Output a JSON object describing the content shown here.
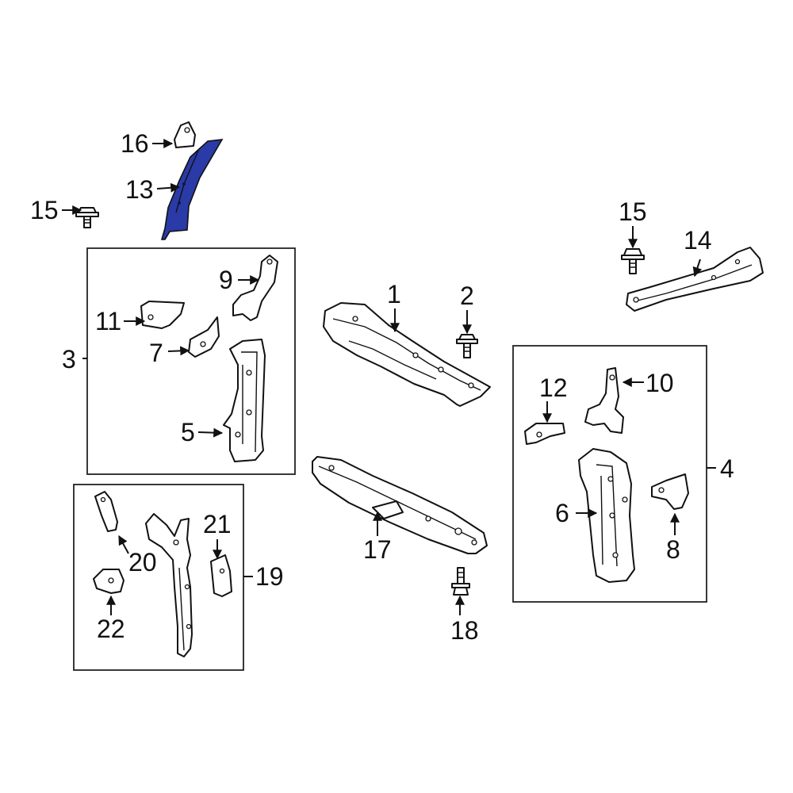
{
  "diagram": {
    "highlight_color": "#2a3aa6",
    "labels": {
      "p1": "1",
      "p2": "2",
      "p3": "3",
      "p4": "4",
      "p5": "5",
      "p6": "6",
      "p7": "7",
      "p8": "8",
      "p9": "9",
      "p10": "10",
      "p11": "11",
      "p12": "12",
      "p13": "13",
      "p14": "14",
      "p15a": "15",
      "p15b": "15",
      "p16": "16",
      "p17": "17",
      "p18": "18",
      "p19": "19",
      "p20": "20",
      "p21": "21",
      "p22": "22"
    }
  }
}
